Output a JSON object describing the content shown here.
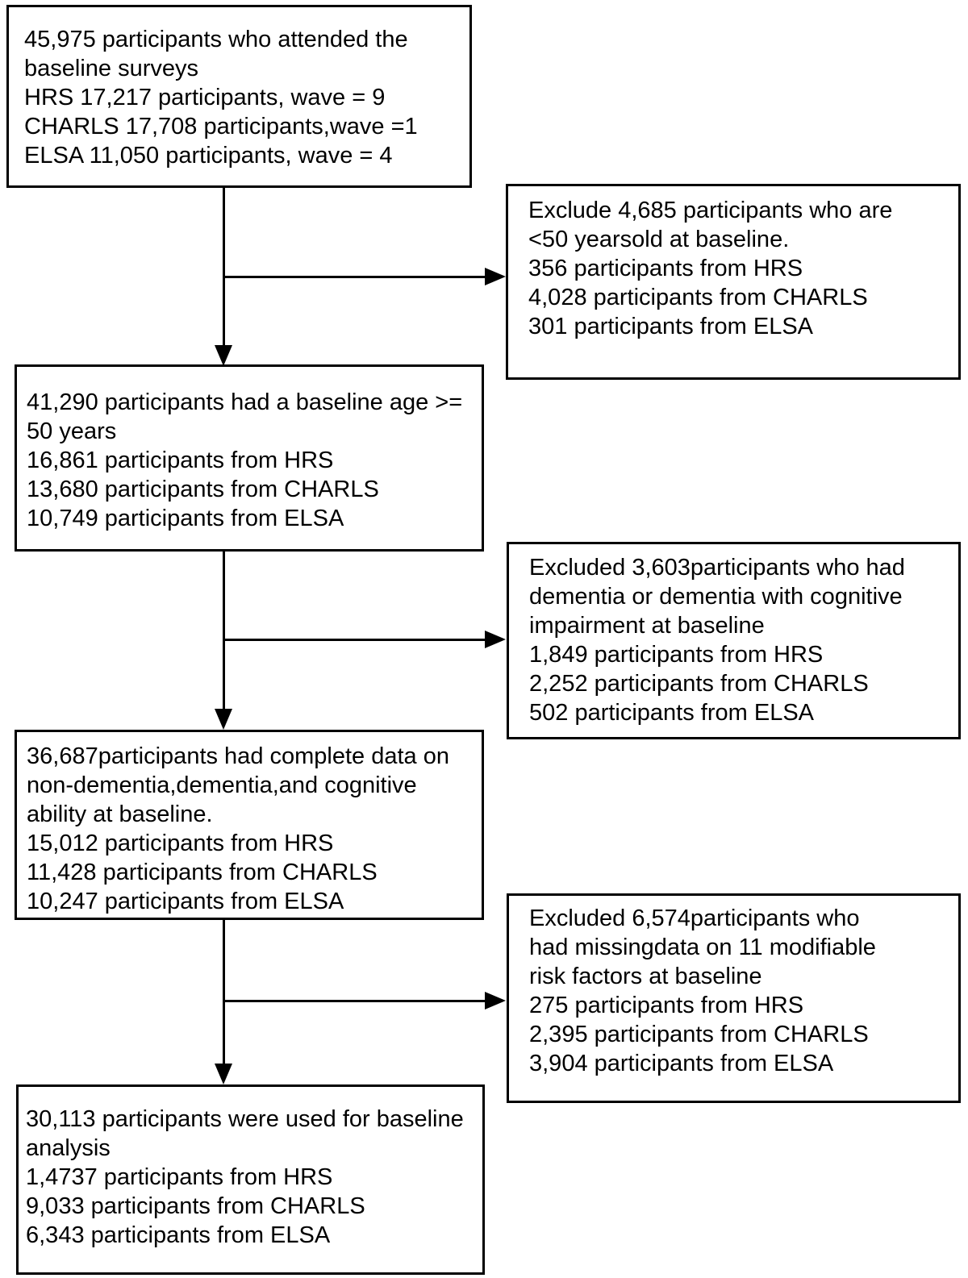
{
  "colors": {
    "background": "#ffffff",
    "border": "#000000",
    "text": "#000000"
  },
  "flowchart": {
    "main_boxes": [
      {
        "name": "baseline-surveys",
        "lines": [
          "45,975 participants who attended the",
          "baseline surveys",
          "HRS 17,217 participants, wave = 9",
          "CHARLS 17,708 participants,wave =1",
          "ELSA 11,050 participants, wave = 4"
        ]
      },
      {
        "name": "baseline-age-50",
        "lines": [
          "41,290 participants had a baseline age >=",
          "50 years",
          "16,861 participants from HRS",
          "13,680 participants from CHARLS",
          "10,749 participants from ELSA"
        ]
      },
      {
        "name": "complete-data",
        "lines": [
          "36,687participants had complete data on",
          "non-dementia,dementia,and cognitive",
          "ability at baseline.",
          "15,012 participants from HRS",
          "11,428 participants from CHARLS",
          "10,247 participants from ELSA"
        ]
      },
      {
        "name": "baseline-analysis",
        "lines": [
          "30,113 participants were used for baseline",
          "analysis",
          "1,4737 participants from HRS",
          "9,033 participants from CHARLS",
          "6,343 participants from ELSA"
        ]
      }
    ],
    "exclusion_boxes": [
      {
        "name": "exclude-under-50",
        "lines": [
          "Exclude 4,685 participants who are",
          "<50 yearsold at baseline.",
          "356 participants from HRS",
          "4,028 participants from CHARLS",
          "301 participants from ELSA"
        ]
      },
      {
        "name": "exclude-dementia",
        "lines": [
          "Excluded 3,603participants who had",
          "dementia or dementia with cognitive",
          "impairment at baseline",
          "1,849 participants from HRS",
          "2,252 participants from CHARLS",
          "502 participants from ELSA"
        ]
      },
      {
        "name": "exclude-missing-data",
        "lines": [
          "Excluded 6,574participants who",
          "had missingdata on 11 modifiable",
          "risk factors at baseline",
          "275 participants from HRS",
          "2,395 participants from CHARLS",
          "3,904 participants from ELSA"
        ]
      }
    ]
  }
}
